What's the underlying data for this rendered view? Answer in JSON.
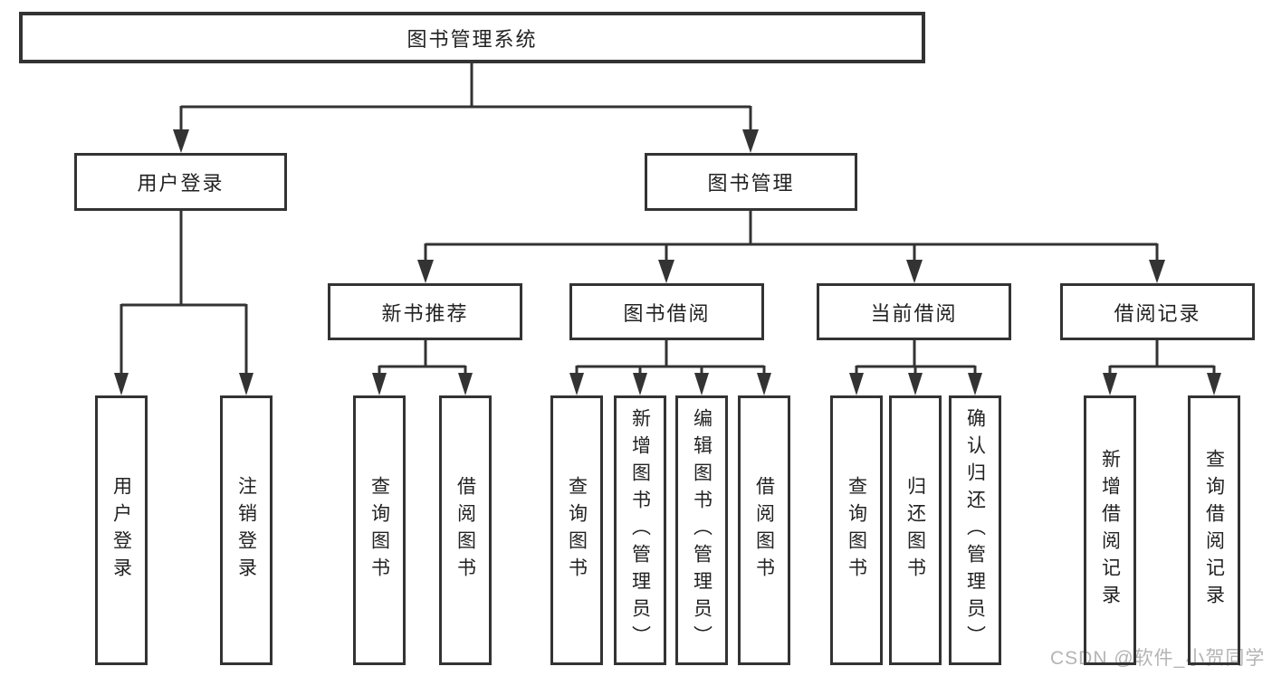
{
  "diagram": {
    "title": "图书管理系统",
    "root": {
      "label": "图书管理系统"
    },
    "level2": [
      {
        "label": "用户登录"
      },
      {
        "label": "图书管理"
      }
    ],
    "level3": [
      {
        "label": "新书推荐"
      },
      {
        "label": "图书借阅"
      },
      {
        "label": "当前借阅"
      },
      {
        "label": "借阅记录"
      }
    ],
    "leaves": {
      "user_login": [
        "用户登录",
        "注销登录"
      ],
      "new_books": [
        "查询图书",
        "借阅图书"
      ],
      "book_borrow": [
        "查询图书",
        "新增图书（管理员）",
        "编辑图书（管理员）",
        "借阅图书"
      ],
      "current_borrow": [
        "查询图书",
        "归还图书",
        "确认归还（管理员）"
      ],
      "borrow_records": [
        "新增借阅记录",
        "查询借阅记录"
      ]
    }
  },
  "watermark": {
    "text": "CSDN @软件_小贺同学"
  },
  "colors": {
    "line": "#333333",
    "text": "#222222",
    "background": "#ffffff",
    "watermark": "#b4b4b4"
  }
}
